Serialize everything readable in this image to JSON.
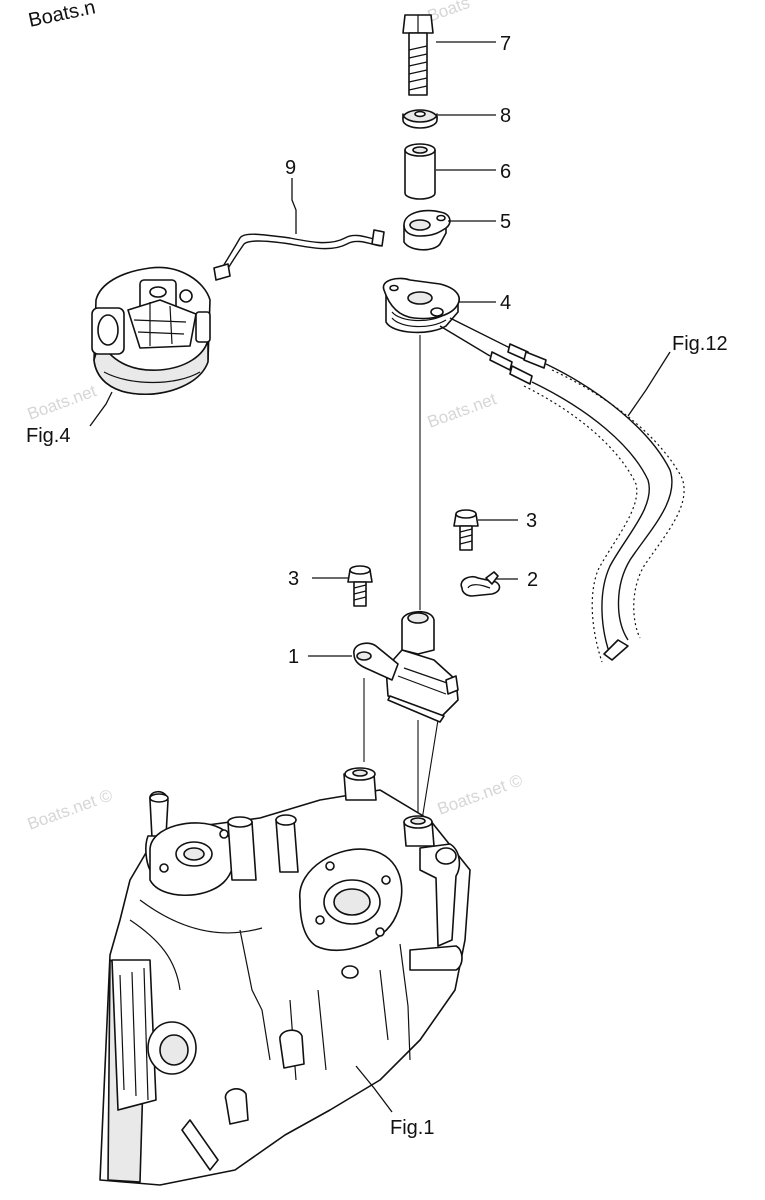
{
  "watermarks": {
    "top_left": "Boats.n",
    "repeat": "Boats.net ©",
    "repeat_short": "Boats.net",
    "repeat_top": "Boats"
  },
  "callouts": [
    {
      "id": "7",
      "label": "7"
    },
    {
      "id": "8",
      "label": "8"
    },
    {
      "id": "6",
      "label": "6"
    },
    {
      "id": "9",
      "label": "9"
    },
    {
      "id": "5",
      "label": "5"
    },
    {
      "id": "4",
      "label": "4"
    },
    {
      "id": "3a",
      "label": "3"
    },
    {
      "id": "2",
      "label": "2"
    },
    {
      "id": "3b",
      "label": "3"
    },
    {
      "id": "1",
      "label": "1"
    }
  ],
  "figure_refs": {
    "fig4": "Fig.4",
    "fig12": "Fig.12",
    "fig1": "Fig.1"
  },
  "colors": {
    "line": "#111111",
    "watermark": "#d6d6d6",
    "background": "#ffffff"
  }
}
